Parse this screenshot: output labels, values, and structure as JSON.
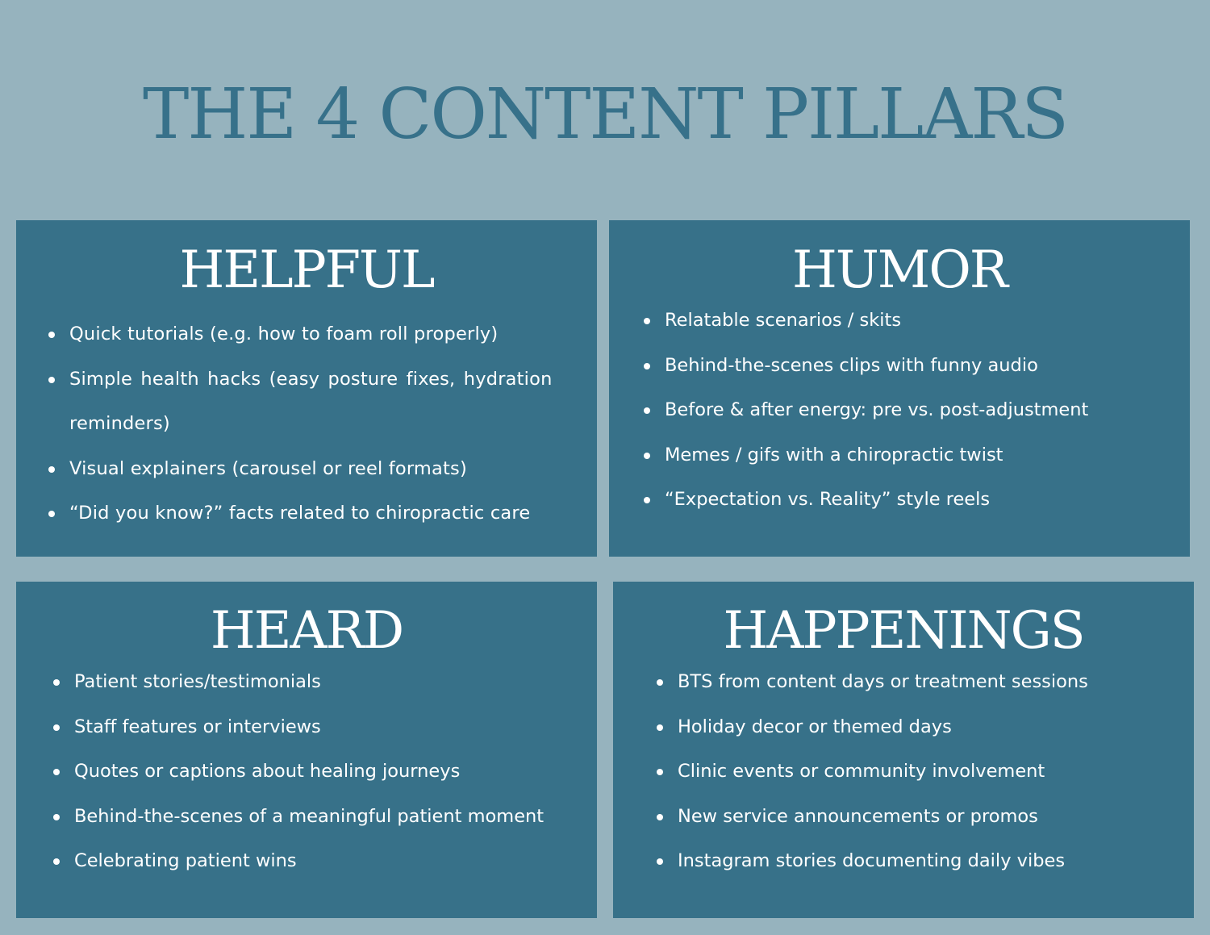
{
  "title": "THE 4 CONTENT PILLARS",
  "colors": {
    "background": "#96b3be",
    "card": "#377189",
    "title": "#37718a",
    "card_text": "#ffffff"
  },
  "pillars": [
    {
      "heading": "HELPFUL",
      "items": [
        "Quick tutorials (e.g. how to foam roll properly)",
        "Simple health hacks (easy posture fixes, hydration reminders)",
        "Visual explainers (carousel or reel formats)",
        "“Did you know?” facts related to chiropractic care"
      ]
    },
    {
      "heading": "HUMOR",
      "items": [
        "Relatable scenarios / skits",
        "Behind-the-scenes clips with funny audio",
        "Before & after energy: pre vs. post-adjustment",
        "Memes / gifs with a chiropractic twist",
        "“Expectation vs. Reality” style reels"
      ]
    },
    {
      "heading": "HEARD",
      "items": [
        "Patient stories/testimonials",
        "Staff features or interviews",
        "Quotes or captions about healing journeys",
        "Behind-the-scenes of a meaningful patient moment",
        "Celebrating patient wins"
      ]
    },
    {
      "heading": "HAPPENINGS",
      "items": [
        "BTS from content days or treatment sessions",
        "Holiday decor or themed days",
        "Clinic events or community involvement",
        "New service announcements or promos",
        "Instagram stories documenting daily vibes"
      ]
    }
  ]
}
